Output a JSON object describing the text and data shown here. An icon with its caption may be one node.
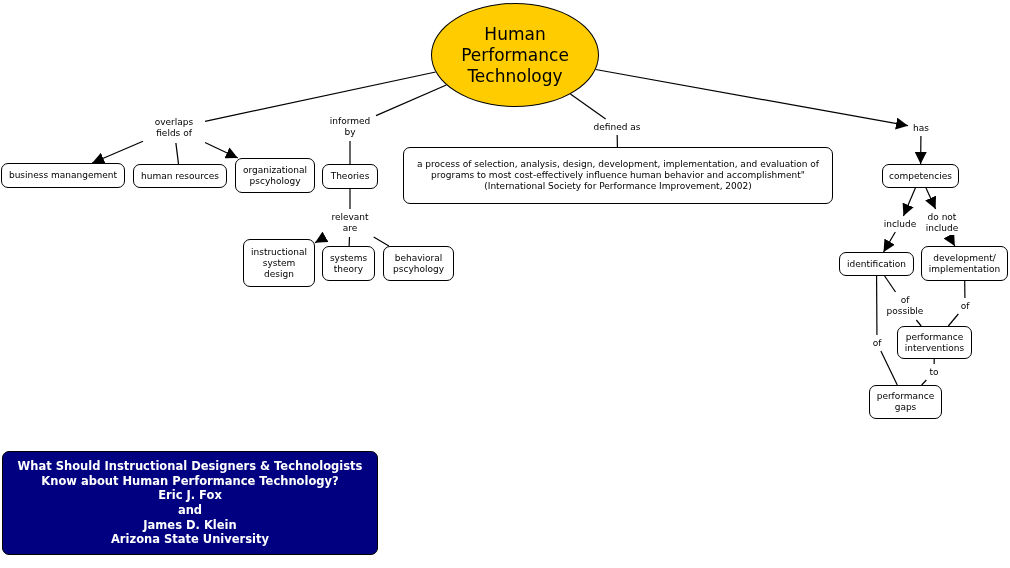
{
  "diagram": {
    "nodes": [
      {
        "text": [
          "Human Performance Technology"
        ]
      },
      {
        "text": [
          "overlaps fields of"
        ]
      },
      {
        "text": [
          "business manangement"
        ]
      },
      {
        "text": [
          "human resources"
        ]
      },
      {
        "text": [
          "organizational pscyhology"
        ]
      },
      {
        "text": [
          "informed by"
        ]
      },
      {
        "text": [
          "Theories"
        ]
      },
      {
        "text": [
          "relevant are"
        ]
      },
      {
        "text": [
          "instructional system design"
        ]
      },
      {
        "text": [
          "systems theory"
        ]
      },
      {
        "text": [
          "behavioral pscyhology"
        ]
      },
      {
        "text": [
          "defined as"
        ]
      },
      {
        "text": [
          "a process of selection, analysis, design, development, implementation, and evaluation of programs to most cost-effectively influence human behavior and accomplishment\" (International Society for Performance Improvement, 2002)"
        ]
      },
      {
        "text": [
          "has"
        ]
      },
      {
        "text": [
          "competencies"
        ]
      },
      {
        "text": [
          "include"
        ]
      },
      {
        "text": [
          "do not include"
        ]
      },
      {
        "text": [
          "identification"
        ]
      },
      {
        "text": [
          "development/ implementation"
        ]
      },
      {
        "text": [
          "of possible"
        ]
      },
      {
        "text": [
          "of"
        ]
      },
      {
        "text": [
          "performance interventions"
        ]
      },
      {
        "text": [
          "of"
        ]
      },
      {
        "text": [
          "to"
        ]
      },
      {
        "text": [
          "performance gaps"
        ]
      },
      {
        "text": [
          "What Should Instructional Designers & Technologists Know about Human Performance Technology?",
          "Eric J. Fox",
          "and",
          "James D. Klein",
          "Arizona State University"
        ]
      }
    ],
    "edges": [
      {
        "from": 0,
        "to": 1,
        "arrow": "none"
      },
      {
        "from": 1,
        "to": 2,
        "arrow": "to"
      },
      {
        "from": 1,
        "to": 3,
        "arrow": "none"
      },
      {
        "from": 1,
        "to": 4,
        "arrow": "to"
      },
      {
        "from": 0,
        "to": 5,
        "arrow": "none"
      },
      {
        "from": 5,
        "to": 6,
        "arrow": "none"
      },
      {
        "from": 6,
        "to": 7,
        "arrow": "none"
      },
      {
        "from": 7,
        "to": 8,
        "arrow": "to"
      },
      {
        "from": 7,
        "to": 9,
        "arrow": "none"
      },
      {
        "from": 7,
        "to": 10,
        "arrow": "none"
      },
      {
        "from": 0,
        "to": 11,
        "arrow": "none"
      },
      {
        "from": 11,
        "to": 12,
        "arrow": "none"
      },
      {
        "from": 0,
        "to": 13,
        "arrow": "to"
      },
      {
        "from": 13,
        "to": 14,
        "arrow": "to"
      },
      {
        "from": 14,
        "to": 15,
        "arrow": "to"
      },
      {
        "from": 15,
        "to": 17,
        "arrow": "to"
      },
      {
        "from": 14,
        "to": 16,
        "arrow": "to"
      },
      {
        "from": 16,
        "to": 18,
        "arrow": "to"
      },
      {
        "from": 17,
        "to": 19,
        "arrow": "none"
      },
      {
        "from": 19,
        "to": 21,
        "arrow": "none"
      },
      {
        "from": 18,
        "to": 20,
        "arrow": "none"
      },
      {
        "from": 20,
        "to": 21,
        "arrow": "none"
      },
      {
        "from": 17,
        "to": 22,
        "arrow": "none"
      },
      {
        "from": 22,
        "to": 24,
        "arrow": "none"
      },
      {
        "from": 21,
        "to": 23,
        "arrow": "none"
      },
      {
        "from": 23,
        "to": 24,
        "arrow": "none"
      }
    ]
  }
}
